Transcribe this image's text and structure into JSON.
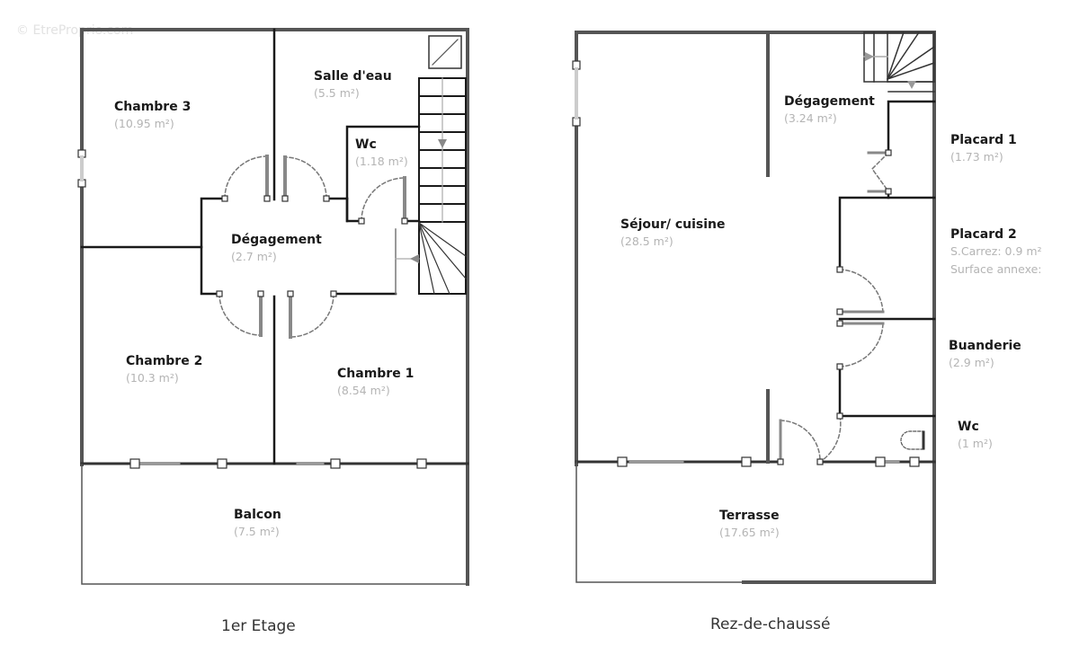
{
  "watermark": "© EtreProprio.com",
  "floors": [
    {
      "title": "1er Etage",
      "rooms": [
        {
          "name": "Chambre 3",
          "area": "(10.95 m²)"
        },
        {
          "name": "Salle d'eau",
          "area": "(5.5 m²)"
        },
        {
          "name": "Wc",
          "area": "(1.18 m²)"
        },
        {
          "name": "Dégagement",
          "area": "(2.7 m²)"
        },
        {
          "name": "Chambre 2",
          "area": "(10.3 m²)"
        },
        {
          "name": "Chambre 1",
          "area": "(8.54 m²)"
        },
        {
          "name": "Balcon",
          "area": "(7.5 m²)"
        }
      ]
    },
    {
      "title": "Rez-de-chaussé",
      "rooms": [
        {
          "name": "Dégagement",
          "area": "(3.24 m²)"
        },
        {
          "name": "Séjour/ cuisine",
          "area": "(28.5 m²)"
        },
        {
          "name": "Placard 1",
          "area": "(1.73 m²)"
        },
        {
          "name": "Placard 2",
          "area": "S.Carrez: 0.9 m²",
          "extra": "Surface annexe:"
        },
        {
          "name": "Buanderie",
          "area": "(2.9 m²)"
        },
        {
          "name": "Wc",
          "area": "(1 m²)"
        },
        {
          "name": "Terrasse",
          "area": "(17.65 m²)"
        }
      ]
    }
  ],
  "colors": {
    "exterior_wall": "#555555",
    "interior_wall": "#1a1a1a",
    "door_arc": "#777777",
    "label": "#1a1a1a",
    "area": "#b4b4b4"
  }
}
